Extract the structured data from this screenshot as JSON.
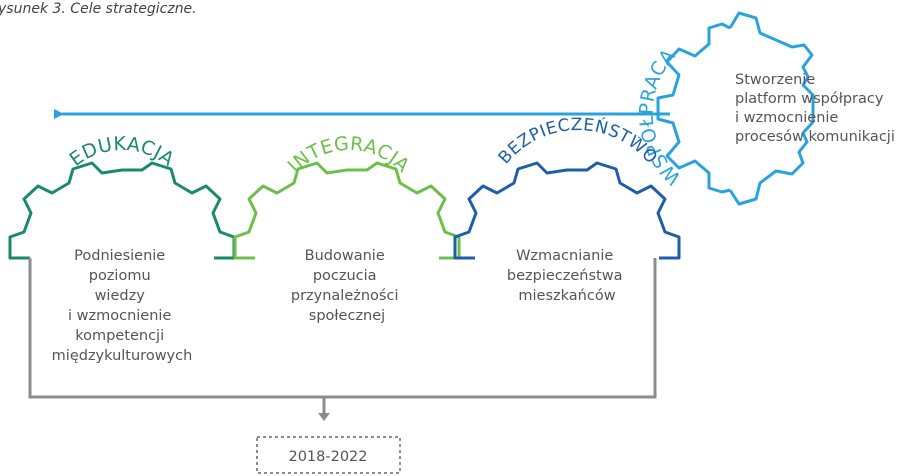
{
  "caption": "ysunek 3. Cele strategiczne.",
  "colors": {
    "edukacja": "#1a8a6a",
    "integracja": "#6cbf4a",
    "bezpieczenstwo": "#1e5ea8",
    "wspolpraca": "#2aa3dd",
    "connector": "#8c8c8c"
  },
  "goals": [
    {
      "title": "EDUKACJA",
      "lines": [
        "Podniesienie",
        "poziomu",
        "wiedzy",
        "i wzmocnienie",
        "kompetencji",
        "międzykulturowych"
      ]
    },
    {
      "title": "INTEGRACJA",
      "lines": [
        "Budowanie",
        "poczucia",
        "przynależności",
        "społecznej"
      ]
    },
    {
      "title": "BEZPIECZEŃSTWO",
      "lines": [
        "Wzmacnianie",
        "bezpieczeństwa",
        "mieszkańców"
      ]
    }
  ],
  "cooperation": {
    "title": "WSPÓŁPRACA",
    "lines": [
      "Stworzenie",
      "platform współpracy",
      "i wzmocnienie",
      "procesów komunikacji"
    ]
  },
  "period": "2018-2022"
}
